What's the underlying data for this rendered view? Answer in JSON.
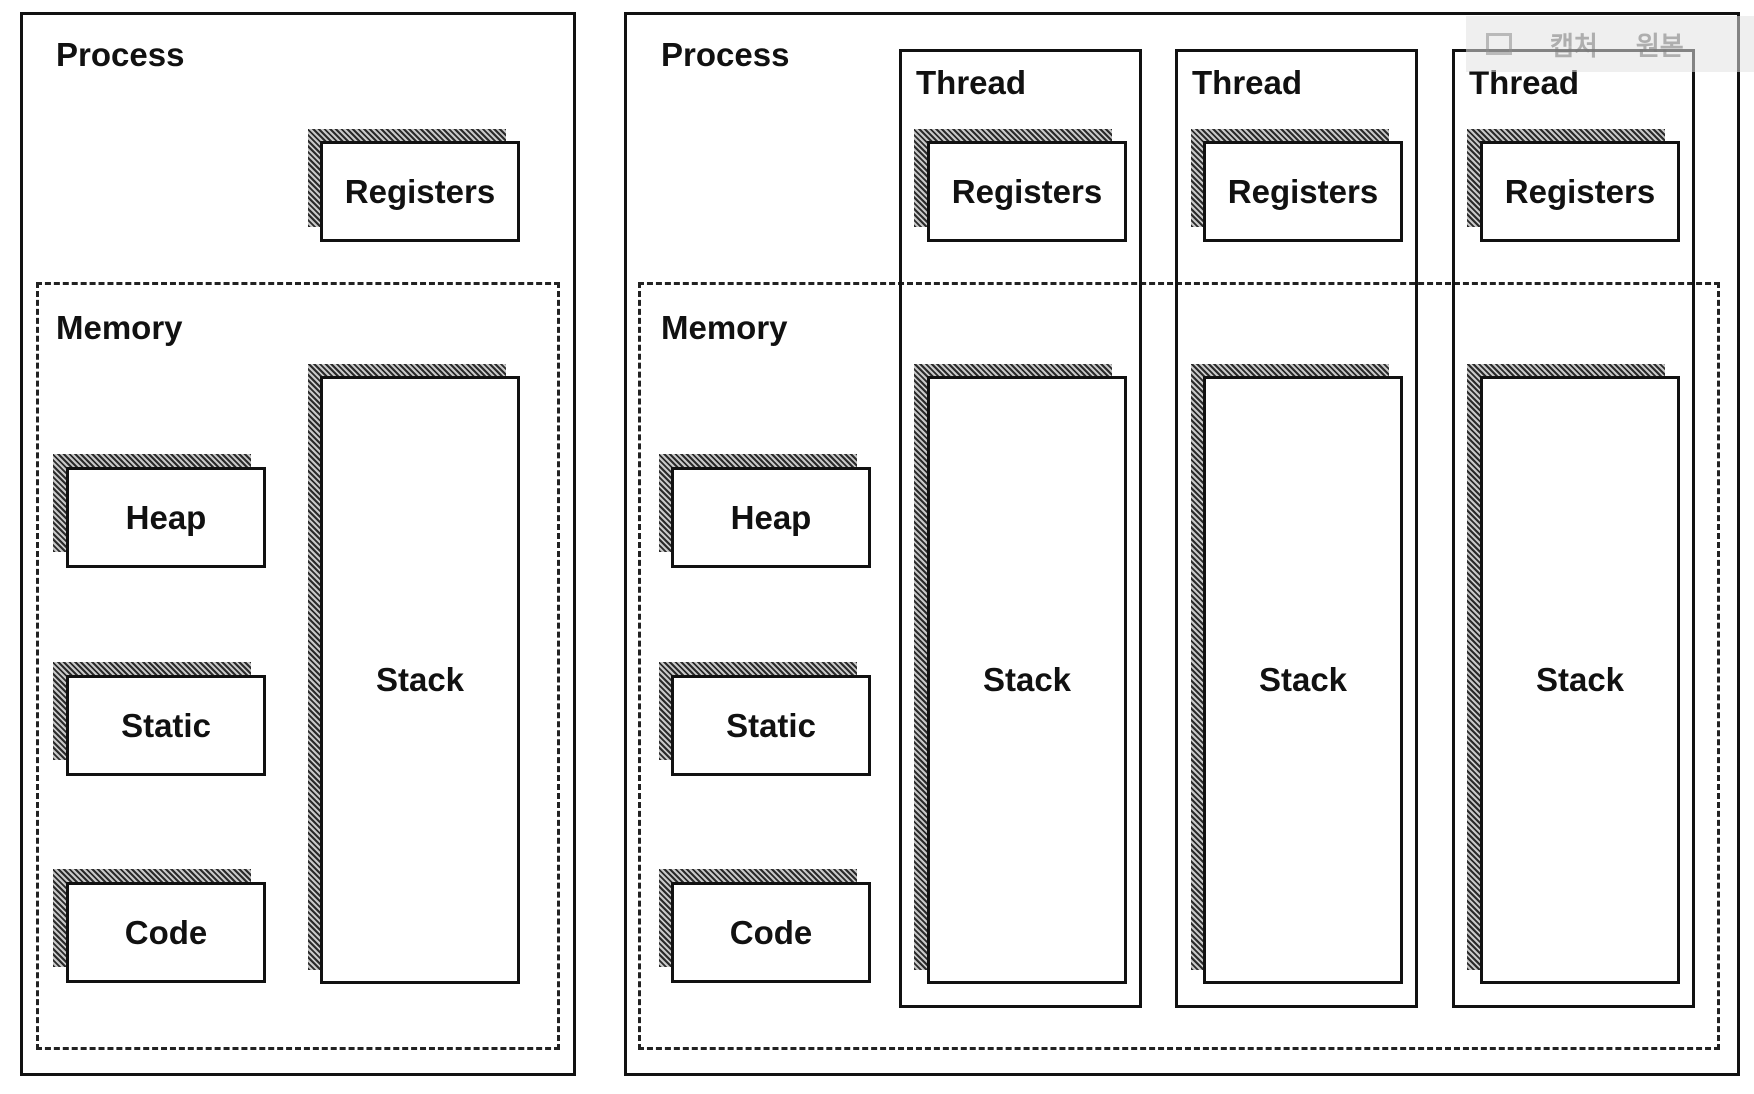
{
  "left": {
    "process_label": "Process",
    "registers_label": "Registers",
    "memory_label": "Memory",
    "heap_label": "Heap",
    "static_label": "Static",
    "code_label": "Code",
    "stack_label": "Stack"
  },
  "right": {
    "process_label": "Process",
    "memory_label": "Memory",
    "heap_label": "Heap",
    "static_label": "Static",
    "code_label": "Code",
    "threads": [
      {
        "label": "Thread",
        "registers_label": "Registers",
        "stack_label": "Stack"
      },
      {
        "label": "Thread",
        "registers_label": "Registers",
        "stack_label": "Stack"
      },
      {
        "label": "Thread",
        "registers_label": "Registers",
        "stack_label": "Stack"
      }
    ]
  },
  "overlay": {
    "item1": "캡처",
    "item2": "원본"
  }
}
